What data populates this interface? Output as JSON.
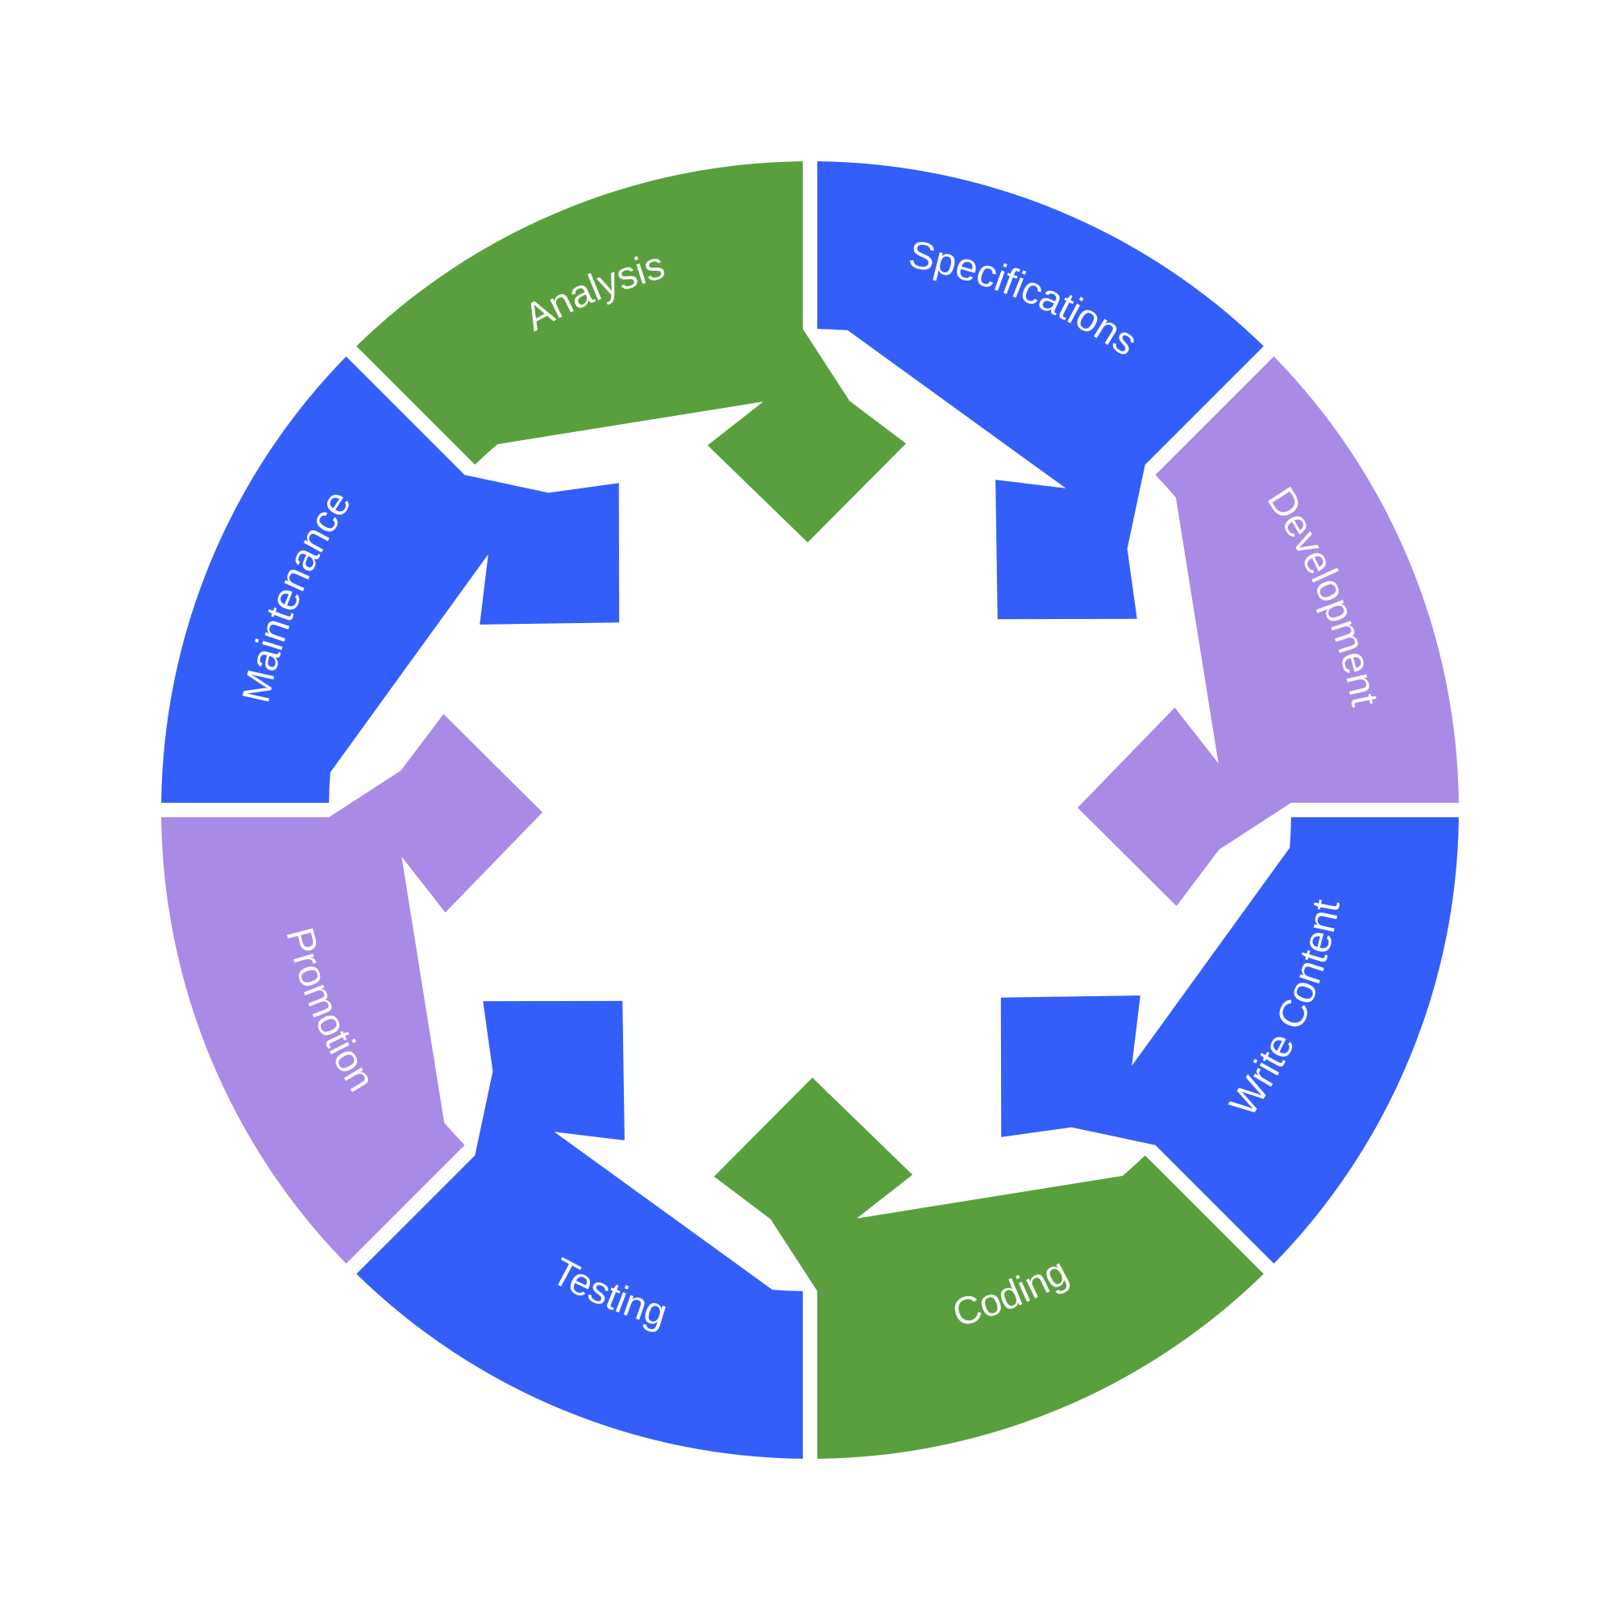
{
  "colors": {
    "blue": "#335EF9",
    "purple": "#A98AE6",
    "green": "#5A9F3E",
    "label_text": "#FFFFFF",
    "background": "#FFFFFF"
  },
  "segments": [
    {
      "label": "Specifications",
      "color": "#335EF9"
    },
    {
      "label": "Development",
      "color": "#A98AE6"
    },
    {
      "label": "Write Content",
      "color": "#335EF9"
    },
    {
      "label": "Coding",
      "color": "#5A9F3E"
    },
    {
      "label": "Testing",
      "color": "#335EF9"
    },
    {
      "label": "Promotion",
      "color": "#A98AE6"
    },
    {
      "label": "Maintenance",
      "color": "#335EF9"
    },
    {
      "label": "Analysis",
      "color": "#5A9F3E"
    }
  ]
}
